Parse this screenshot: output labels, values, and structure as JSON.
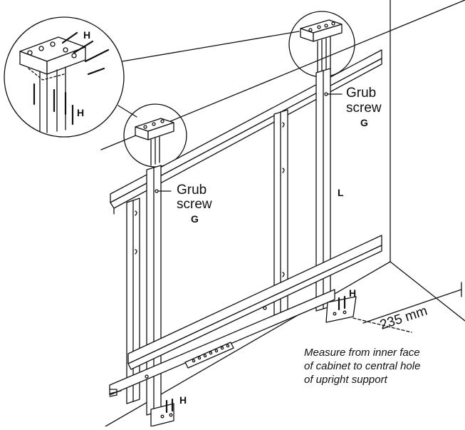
{
  "labels": {
    "h_detail_top": "H",
    "h_detail_bottom": "H",
    "h_right_foot": "H",
    "h_left_foot": "H",
    "grub_right": [
      "Grub",
      "screw"
    ],
    "g_right": "G",
    "grub_left": [
      "Grub",
      "screw"
    ],
    "g_left": "G",
    "l_label": "L",
    "dimension": "235 mm",
    "measure_note": [
      "Measure from inner face",
      "of cabinet to central hole",
      "of  upright support"
    ]
  },
  "colors": {
    "line": "#111111",
    "background": "#ffffff",
    "rail_fill": "#ffffff"
  }
}
